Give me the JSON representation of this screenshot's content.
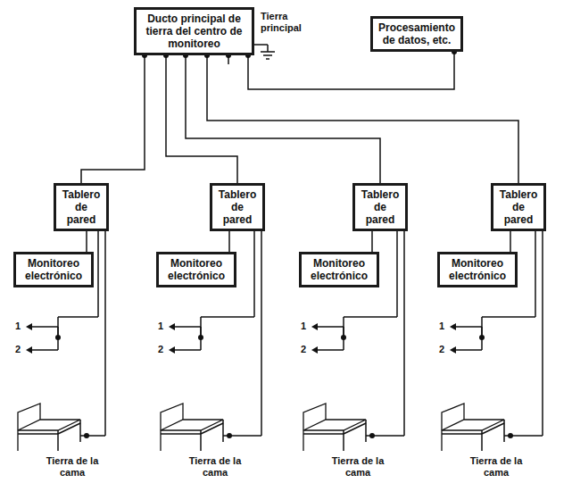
{
  "diagram": {
    "nodes": [
      {
        "text": [
          "Ducto principal de tierra del centro de monitoreo"
        ]
      },
      {
        "text": [
          "Procesamiento de datos, etc."
        ]
      },
      {
        "text": [
          "Tablero de pared"
        ]
      },
      {
        "text": [
          "Tablero de pared"
        ]
      },
      {
        "text": [
          "Tablero de pared"
        ]
      },
      {
        "text": [
          "Tablero de pared"
        ]
      },
      {
        "text": [
          "Monitoreo electrónico"
        ]
      },
      {
        "text": [
          "Monitoreo electrónico"
        ]
      },
      {
        "text": [
          "Monitoreo electrónico"
        ]
      },
      {
        "text": [
          "Monitoreo electrónico"
        ]
      }
    ],
    "edges": [
      {
        "from": 0,
        "to": 2,
        "arrow": "none"
      },
      {
        "from": 0,
        "to": 3,
        "arrow": "none"
      },
      {
        "from": 0,
        "to": 4,
        "arrow": "none"
      },
      {
        "from": 0,
        "to": 5,
        "arrow": "none"
      },
      {
        "from": 0,
        "to": 1,
        "arrow": "none"
      },
      {
        "from": 2,
        "to": 6,
        "arrow": "none"
      },
      {
        "from": 3,
        "to": 7,
        "arrow": "none"
      },
      {
        "from": 4,
        "to": 8,
        "arrow": "none"
      },
      {
        "from": 5,
        "to": 9,
        "arrow": "none"
      }
    ],
    "labels": [
      "Tierra principal",
      "1",
      "2",
      "1",
      "2",
      "1",
      "2",
      "1",
      "2",
      "Tierra de la cama",
      "Tierra de la cama",
      "Tierra de la cama",
      "Tierra de la cama"
    ]
  }
}
